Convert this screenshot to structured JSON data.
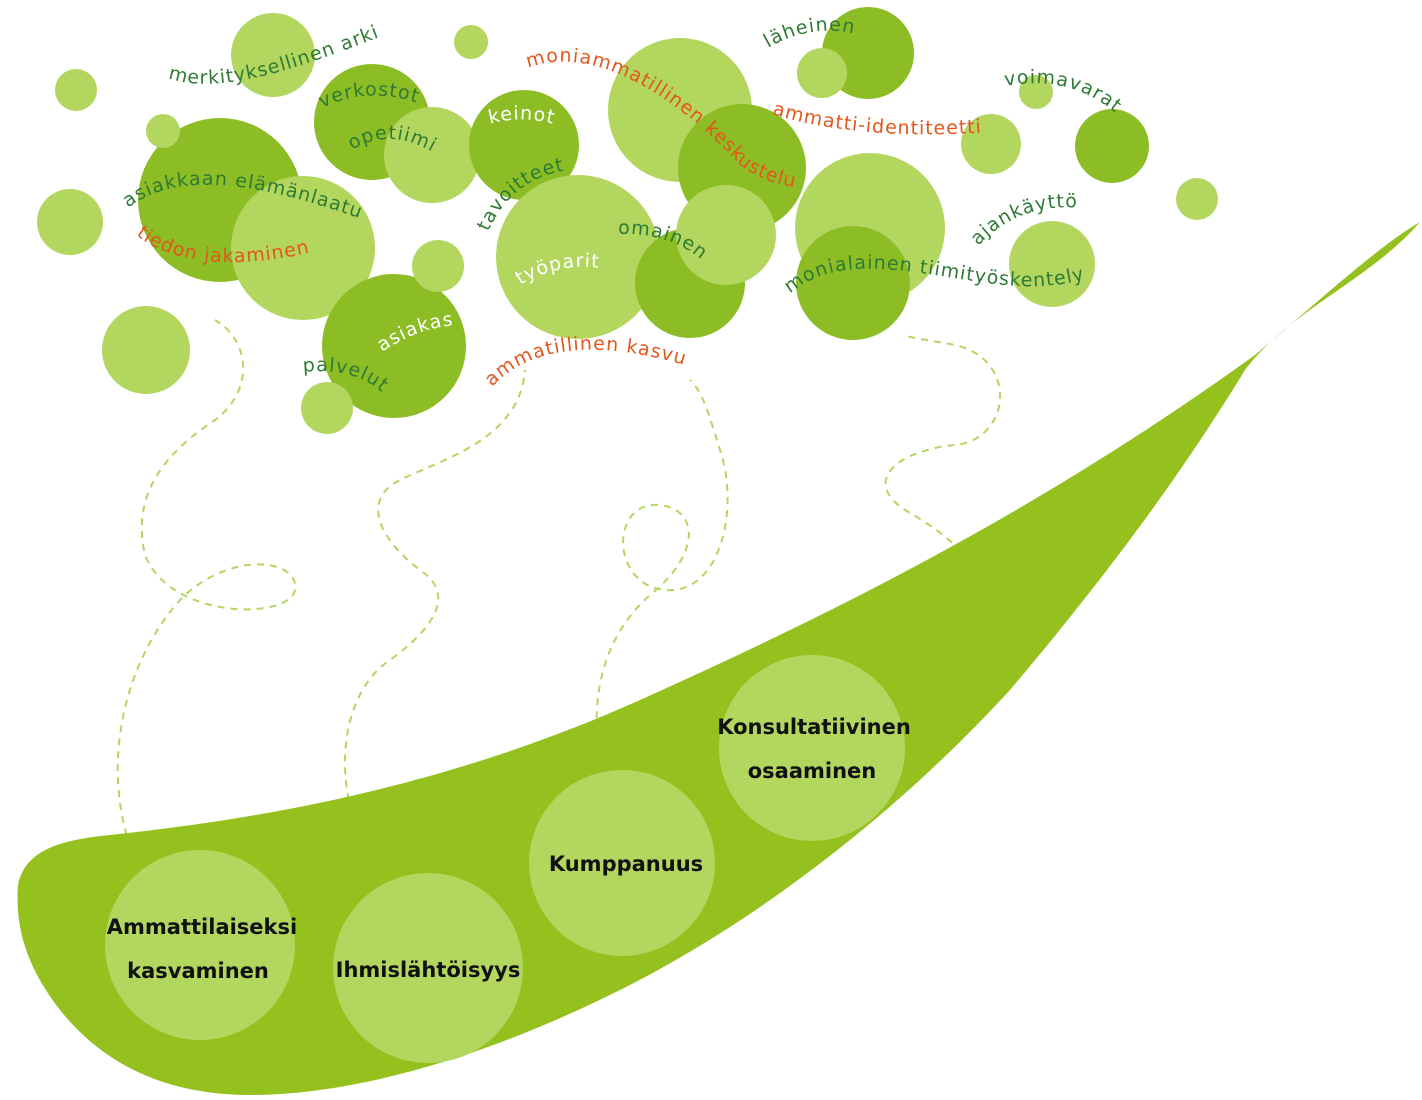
{
  "colors": {
    "pod": "#95c11f",
    "pea_light": "#b3d65f",
    "pea_dark": "#8cbd25",
    "text_green": "#2e7a35",
    "text_orange": "#e3571b",
    "text_white": "#ffffff",
    "pod_text": "#111111"
  },
  "pod_peas": [
    {
      "lines": [
        "Ammattilaiseksi",
        "kasvaminen"
      ]
    },
    {
      "lines": [
        "Ihmislähtöisyys"
      ]
    },
    {
      "lines": [
        "Kumppanuus"
      ]
    },
    {
      "lines": [
        "Konsultatiivinen",
        "osaaminen"
      ]
    }
  ],
  "words": [
    {
      "text": "merkityksellinen arki",
      "color": "green"
    },
    {
      "text": "verkostot",
      "color": "green"
    },
    {
      "text": "opetiimi",
      "color": "green"
    },
    {
      "text": "keinot",
      "color": "white"
    },
    {
      "text": "moniammatillinen keskustelu",
      "color": "orange"
    },
    {
      "text": "läheinen",
      "color": "green"
    },
    {
      "text": "voimavarat",
      "color": "green"
    },
    {
      "text": "ammatti-identiteetti",
      "color": "orange"
    },
    {
      "text": "asiakkaan elämänlaatu",
      "color": "green"
    },
    {
      "text": "tiedon jakaminen",
      "color": "orange"
    },
    {
      "text": "tavoitteet",
      "color": "green"
    },
    {
      "text": "omainen",
      "color": "green"
    },
    {
      "text": "työparit",
      "color": "white"
    },
    {
      "text": "ajankäyttö",
      "color": "green"
    },
    {
      "text": "monialainen tiimityöskentely",
      "color": "green"
    },
    {
      "text": "asiakas",
      "color": "white"
    },
    {
      "text": "palvelut",
      "color": "green"
    },
    {
      "text": "ammatillinen kasvu",
      "color": "orange"
    }
  ]
}
